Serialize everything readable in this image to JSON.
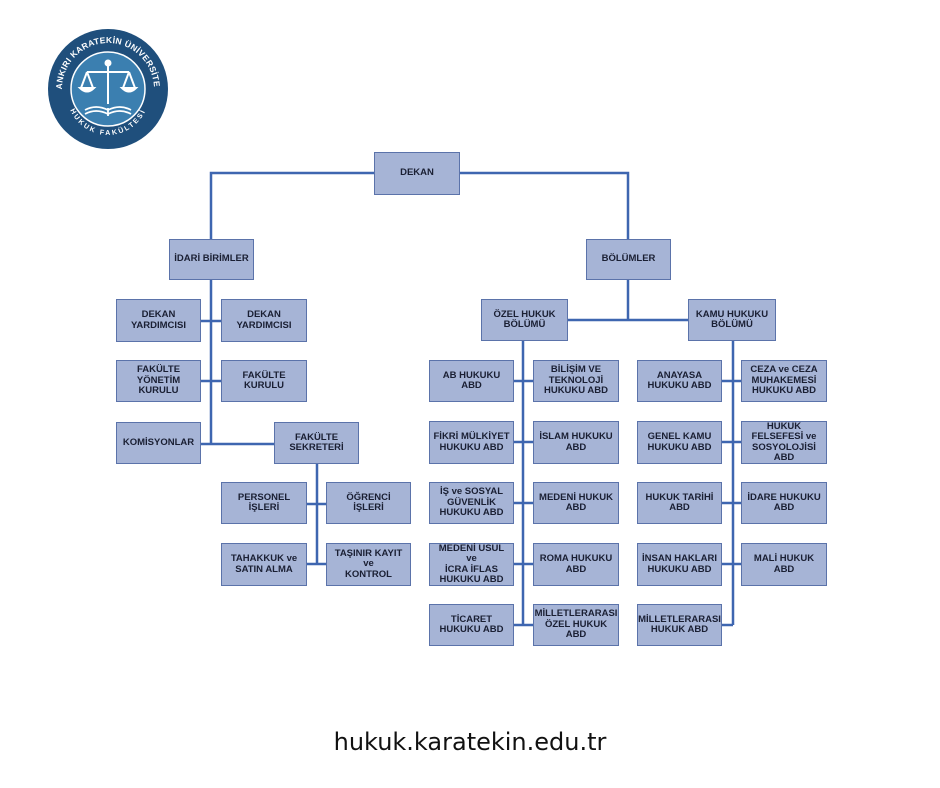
{
  "logo": {
    "ring_text_top": "ÇANKIRI KARATEKİN ÜNİVERSİTESİ",
    "ring_text_bottom": "HUKUK FAKÜLTESİ",
    "colors": {
      "ring": "#1f4f7c",
      "inner": "#3b7fb0",
      "emblem": "#ffffff"
    }
  },
  "org": {
    "dekan": "DEKAN",
    "idari": "İDARİ BİRİMLER",
    "bolumler": "BÖLÜMLER",
    "dekan_yard_1": "DEKAN\nYARDIMCISI",
    "dekan_yard_2": "DEKAN\nYARDIMCISI",
    "fak_yonetim": "FAKÜLTE\nYÖNETİM\nKURULU",
    "fak_kurulu": "FAKÜLTE\nKURULU",
    "komisyonlar": "KOMİSYONLAR",
    "fak_sekreteri": "FAKÜLTE\nSEKRETERİ",
    "personel": "PERSONEL\nİŞLERİ",
    "ogrenci": "ÖĞRENCİ İŞLERİ",
    "tahakkuk": "TAHAKKUK ve\nSATIN ALMA",
    "tasinir": "TAŞINIR KAYIT ve\nKONTROL",
    "ozel_hukuk": "ÖZEL HUKUK\nBÖLÜMÜ",
    "kamu_hukuku": "KAMU HUKUKU\nBÖLÜMÜ",
    "ab_hukuku": "AB HUKUKU ABD",
    "bilisim": "BİLİŞİM VE\nTEKNOLOJİ\nHUKUKU ABD",
    "fikri": "FİKRİ MÜLKİYET\nHUKUKU ABD",
    "islam": "İSLAM HUKUKU\nABD",
    "is_sosyal": "İŞ ve SOSYAL\nGÜVENLİK\nHUKUKU ABD",
    "medeni": "MEDENİ HUKUK\nABD",
    "medeni_usul": "MEDENİ USUL ve\nİCRA İFLAS\nHUKUKU ABD",
    "roma": "ROMA HUKUKU\nABD",
    "ticaret": "TİCARET\nHUKUKU ABD",
    "mill_ozel": "MİLLETLERARASI\nÖZEL HUKUK\nABD",
    "anayasa": "ANAYASA\nHUKUKU ABD",
    "ceza": "CEZA ve CEZA\nMUHAKEMESİ\nHUKUKU ABD",
    "genel_kamu": "GENEL KAMU\nHUKUKU ABD",
    "felsefe": "HUKUK\nFELSEFESİ ve\nSOSYOLOJİSİ\nABD",
    "tarih": "HUKUK TARİHİ\nABD",
    "idare": "İDARE HUKUKU\nABD",
    "insan": "İNSAN HAKLARI\nHUKUKU ABD",
    "mali": "MALİ HUKUK ABD",
    "mill_hukuk": "MİLLETLERARASI\nHUKUK ABD"
  },
  "footer": {
    "url": "hukuk.karatekin.edu.tr"
  },
  "colors": {
    "box_fill": "#a6b4d6",
    "box_border": "#5b73aa",
    "connector": "#3e66b0"
  }
}
